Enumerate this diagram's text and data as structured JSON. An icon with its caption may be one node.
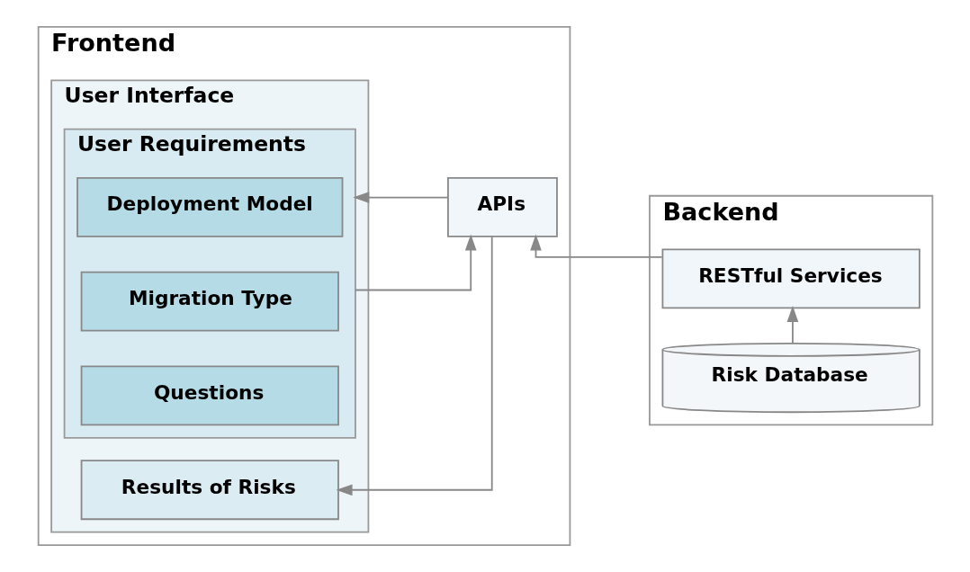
{
  "diagram": {
    "nodes": [
      {
        "text": [
          "Frontend"
        ]
      },
      {
        "text": [
          "User Interface"
        ],
        "in": 0
      },
      {
        "text": [
          "User Requirements"
        ],
        "in": 1
      },
      {
        "text": [
          "Deployment Model"
        ],
        "in": 2
      },
      {
        "text": [
          "Migration Type"
        ],
        "in": 2
      },
      {
        "text": [
          "Questions"
        ],
        "in": 2
      },
      {
        "text": [
          "Results of Risks"
        ],
        "in": 1
      },
      {
        "text": [
          "APIs"
        ],
        "in": 0
      },
      {
        "text": [
          "Backend"
        ]
      },
      {
        "text": [
          "RESTful Services"
        ],
        "in": 8
      },
      {
        "text": [
          "Risk Database"
        ],
        "in": 8
      }
    ],
    "edges": [
      {
        "from": 2,
        "to": 7,
        "arrow": "to"
      },
      {
        "from": 7,
        "to": 2,
        "arrow": "to"
      },
      {
        "from": 9,
        "to": 7,
        "arrow": "to"
      },
      {
        "from": 7,
        "to": 6,
        "arrow": "to"
      },
      {
        "from": 10,
        "to": 9,
        "arrow": "to"
      }
    ]
  }
}
